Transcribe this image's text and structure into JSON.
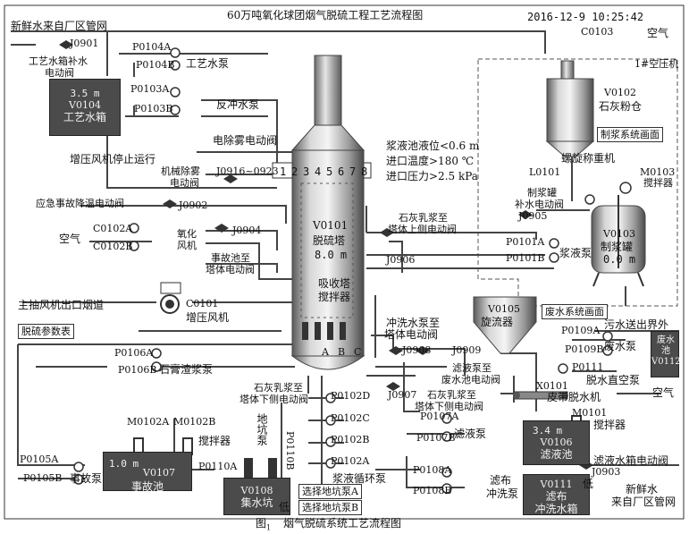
{
  "header": {
    "title": "60万吨氧化球团烟气脱硫工程工艺流程图",
    "datetime": "2016-12-9   10:25:42",
    "caption_prefix": "图",
    "caption_sub": "1",
    "caption": "烟气脱硫系统工艺流程图"
  },
  "status": {
    "slurry_level": "浆液池液位<0.6 m",
    "inlet_temp": "进口温度>180 ℃",
    "inlet_pressure": "进口压力>2.5 kPa",
    "fan_status": "增压风机停止运行"
  },
  "nav": {
    "desulf_params": "脱硫参数表",
    "slurry_system": "制浆系统画面",
    "wastewater_system": "废水系统画面"
  },
  "labels": {
    "fresh_water_top": "新鲜水来自厂区管网",
    "c0103": "C0103",
    "air_top": "空气",
    "compressor": "1#空压机",
    "j0901": "J0901",
    "tank_water_valve_1": "工艺水箱补水",
    "tank_water_valve_2": "电动阀",
    "p0104a": "P0104A",
    "p0104b": "P0104B",
    "process_pump": "工艺水泵",
    "v0104_level": "3.5 m",
    "v0104_id": "V0104",
    "v0104_name": "工艺水箱",
    "p0103a": "P0103A",
    "p0103b": "P0103B",
    "backwash_pump": "反冲水泵",
    "demister_valve": "电除雾电动阀",
    "mech_demister_1": "机械除雾",
    "mech_demister_2": "电动阀",
    "j0916": "J0916~0923",
    "sprays": [
      "1",
      "2",
      "3",
      "4",
      "5",
      "6",
      "7",
      "8"
    ],
    "emergency_valve": "应急事故降温电动阀",
    "j0902": "J0902",
    "c0102a": "C0102A",
    "c0102b": "C0102B",
    "air_left": "空气",
    "ox_fan_1": "氧化",
    "ox_fan_2": "风机",
    "j0904": "J0904",
    "acc_pool_valve_1": "事故池至",
    "acc_pool_valve_2": "塔体电动阀",
    "main_flue": "主抽风机出口烟道",
    "c0101": "C0101",
    "booster_fan": "增压风机",
    "v0101_id": "V0101",
    "v0101_name": "脱硫塔",
    "v0101_level": "8.0 m",
    "absorber_agitator_1": "吸收塔",
    "absorber_agitator_2": "搅拌器",
    "abc": [
      "A",
      "B",
      "C"
    ],
    "lime_upper_1": "石灰乳浆至",
    "lime_upper_2": "塔体上侧电动阀",
    "j0906": "J0906",
    "v0102_id": "V0102",
    "v0102_name": "石灰粉仓",
    "screw_feeder": "螺旋称重机",
    "l0101": "L0101",
    "m0103": "M0103",
    "agitator_m0103": "搅拌器",
    "slurry_tank_valve_1": "制浆罐",
    "slurry_tank_valve_2": "补水电动阀",
    "j0905": "J0905",
    "v0103_id": "V0103",
    "v0103_name": "制浆罐",
    "v0103_level": "0.0 m",
    "p0101a": "P0101A",
    "p0101b": "P0101B",
    "slurry_pump": "浆液泵",
    "v0105_id": "V0105",
    "v0105_name": "旋流器",
    "flush_pump_valve_1": "冲洗水泵至",
    "flush_pump_valve_2": "塔体电动阀",
    "j0908": "J0908",
    "j0909": "J0909",
    "filtrate_valve_1": "滤液泵至",
    "filtrate_valve_2": "废水池电动阀",
    "p0109a": "P0109A",
    "p0109b": "P0109B",
    "wastewater_pump": "废水泵",
    "wastewater_out": "污水送出界外",
    "v0112_name": "废水池",
    "v0112_id": "V0112",
    "p0111": "P0111",
    "vacuum_pump": "脱水直空泵",
    "x0101": "X0101",
    "belt_filter": "皮带脱水机",
    "air_right": "空气",
    "p0106a": "P0106A",
    "p0106b": "P0106B",
    "gypsum_pump": "石膏渣浆泵",
    "lime_lower_1": "石灰乳浆至",
    "lime_lower_2": "塔体下侧电动阀",
    "j0907": "J0907",
    "lime_lower_3": "石灰乳浆至",
    "lime_lower_4": "塔体下侧电动阀",
    "p0107a": "P0107A",
    "p0107b": "P0107B",
    "filtrate_pump": "滤液泵",
    "m0101": "M0101",
    "agitator_m0101": "搅拌器",
    "v0106_level": "3.4 m",
    "v0106_id": "V0106",
    "v0106_name": "滤液池",
    "filtrate_tank_valve": "滤液水箱电动阀",
    "j0903": "J0903",
    "fresh_water_bottom_1": "新鲜水",
    "fresh_water_bottom_2": "来自厂区管网",
    "m0102a": "M0102A",
    "m0102b": "M0102B",
    "agitator_m0102": "搅拌器",
    "p0105a": "P0105A",
    "p0105b": "P0105B",
    "acc_pump": "事故泵",
    "v0107_level": "1.0 m",
    "v0107_id": "V0107",
    "v0107_name": "事故池",
    "p0110a": "P0110A",
    "p0110b": "P0110B",
    "pit_pump": "地坑泵",
    "v0108_id": "V0108",
    "v0108_name": "集水坑",
    "low_1": "低",
    "p0102d": "P0102D",
    "p0102c": "P0102C",
    "p0102b": "P0102B",
    "p0102a": "P0102A",
    "circ_pump": "浆液循环泵",
    "pit_pump_a": "选择地坑泵A",
    "pit_pump_b": "选择地坑泵B",
    "p0108a": "P0108A",
    "p0108b": "P0108B",
    "flush_pump_1": "滤布",
    "flush_pump_2": "冲洗泵",
    "v0111_id": "V0111",
    "v0111_name_1": "滤布",
    "v0111_name_2": "冲洗水箱",
    "low_2": "低"
  }
}
